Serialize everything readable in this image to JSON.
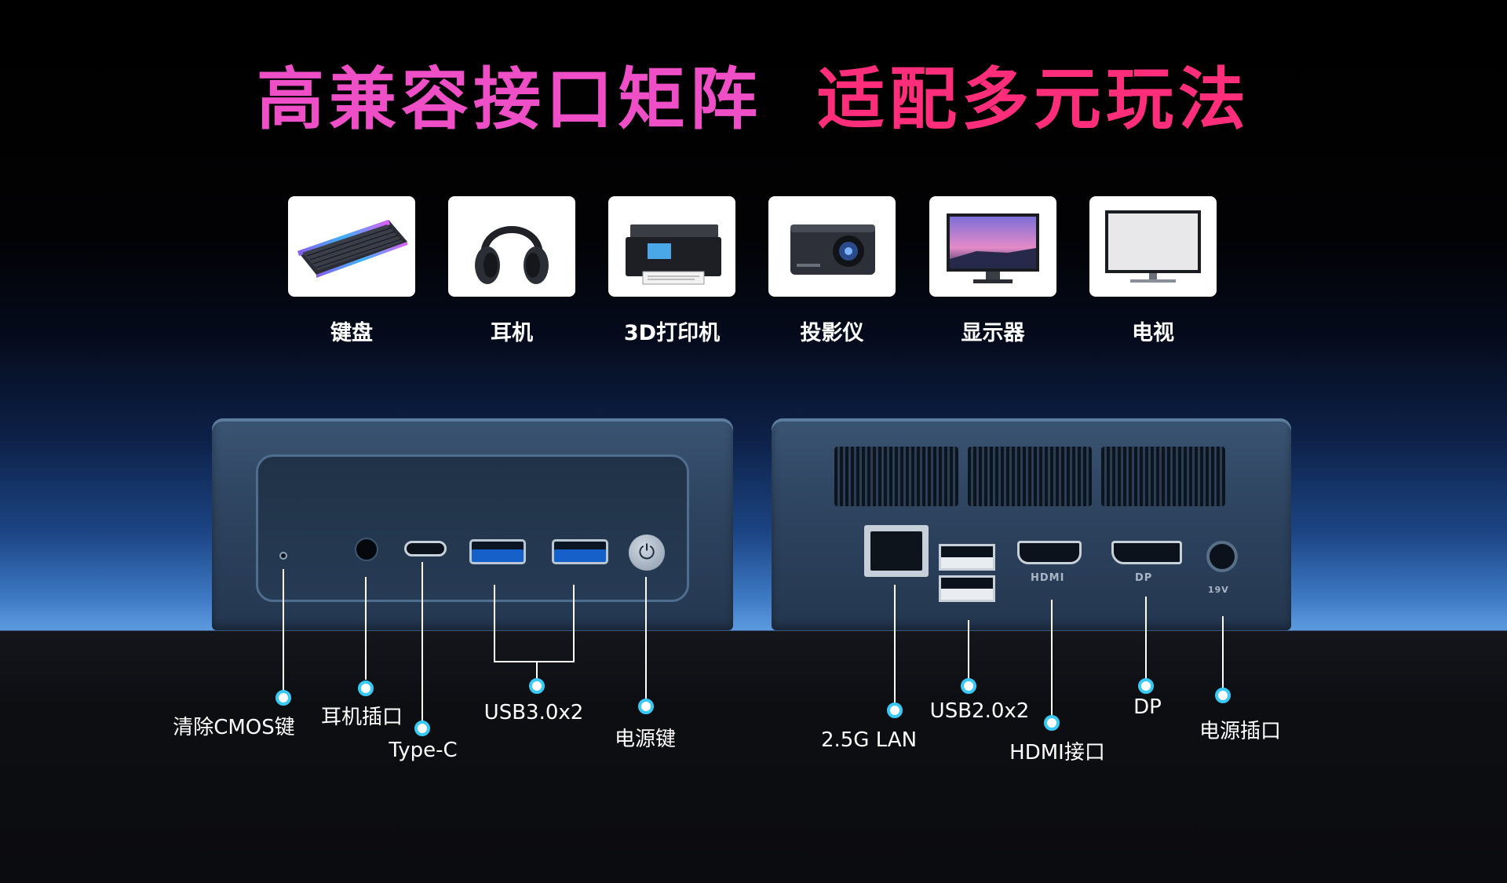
{
  "headline": {
    "part1": "高兼容接口矩阵",
    "part2": "适配多元玩法"
  },
  "devices": [
    {
      "label": "键盘",
      "icon": "keyboard-icon"
    },
    {
      "label": "耳机",
      "icon": "headphones-icon"
    },
    {
      "label": "3D打印机",
      "icon": "printer-icon"
    },
    {
      "label": "投影仪",
      "icon": "projector-icon"
    },
    {
      "label": "显示器",
      "icon": "monitor-icon"
    },
    {
      "label": "电视",
      "icon": "tv-icon"
    }
  ],
  "front_ports": {
    "cmos": "清除CMOS键",
    "audio": "耳机插口",
    "typec": "Type-C",
    "usb3": "USB3.0x2",
    "power": "电源键"
  },
  "rear_ports": {
    "lan": "2.5G LAN",
    "usb2": "USB2.0x2",
    "hdmi": "HDMI接口",
    "dp": "DP",
    "dc": "电源插口"
  },
  "port_marks": {
    "hdmi": "HDMI",
    "dp": "DP",
    "dc": "19V"
  },
  "colors": {
    "headline1": "#ee4fc6",
    "headline2": "#ff2d7a",
    "callout_dot": "#38c9f5"
  }
}
